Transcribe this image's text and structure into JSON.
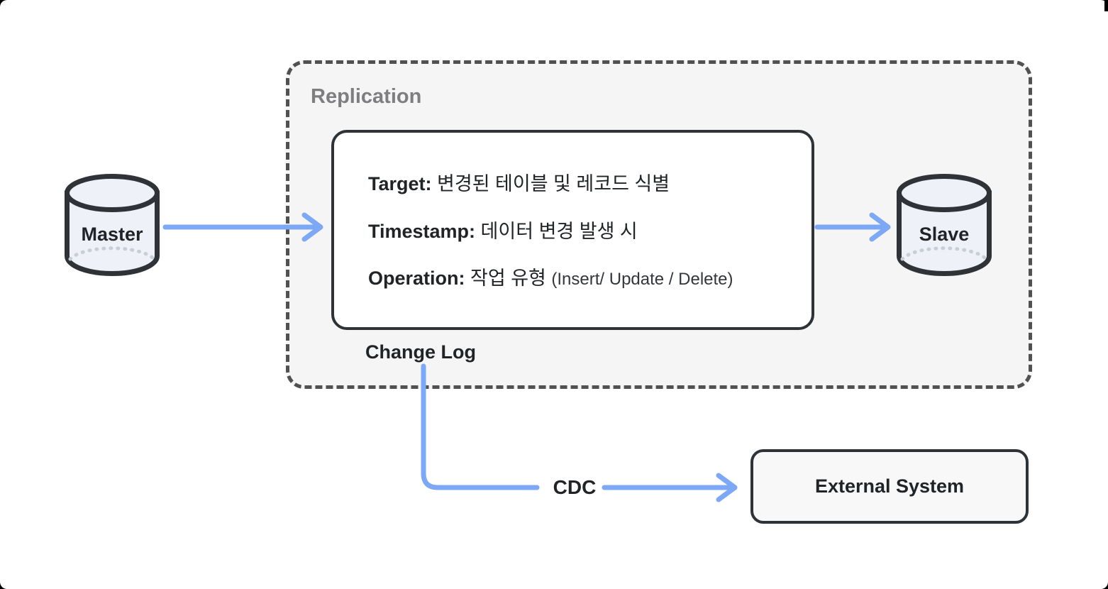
{
  "colors": {
    "accent_blue": "#7CA8F6",
    "stroke_dark": "#2F3337",
    "dashed_gray": "#515151",
    "container_bg": "#F5F5F6",
    "container_label": "#7E7E80",
    "cylinder_fill": "#EEF2F8",
    "node_bg": "#F8F8F8",
    "text_dark": "#212427",
    "dotted_arc": "#C9CDD6"
  },
  "nodes": {
    "master": {
      "label": "Master",
      "icon": "database-cylinder-icon"
    },
    "slave": {
      "label": "Slave",
      "icon": "database-cylinder-icon"
    },
    "external": {
      "label": "External System"
    }
  },
  "replication": {
    "label": "Replication",
    "change_log": {
      "label": "Change Log",
      "rows": [
        {
          "label": "Target:",
          "text": " 변경된 테이블 및 레코드 식별",
          "note": ""
        },
        {
          "label": "Timestamp:",
          "text": " 데이터 변경 발생 시",
          "note": ""
        },
        {
          "label": "Operation:",
          "text": " 작업 유형 ",
          "note": "(Insert/ Update / Delete)"
        }
      ]
    }
  },
  "edges": {
    "cdc_label": "CDC"
  }
}
